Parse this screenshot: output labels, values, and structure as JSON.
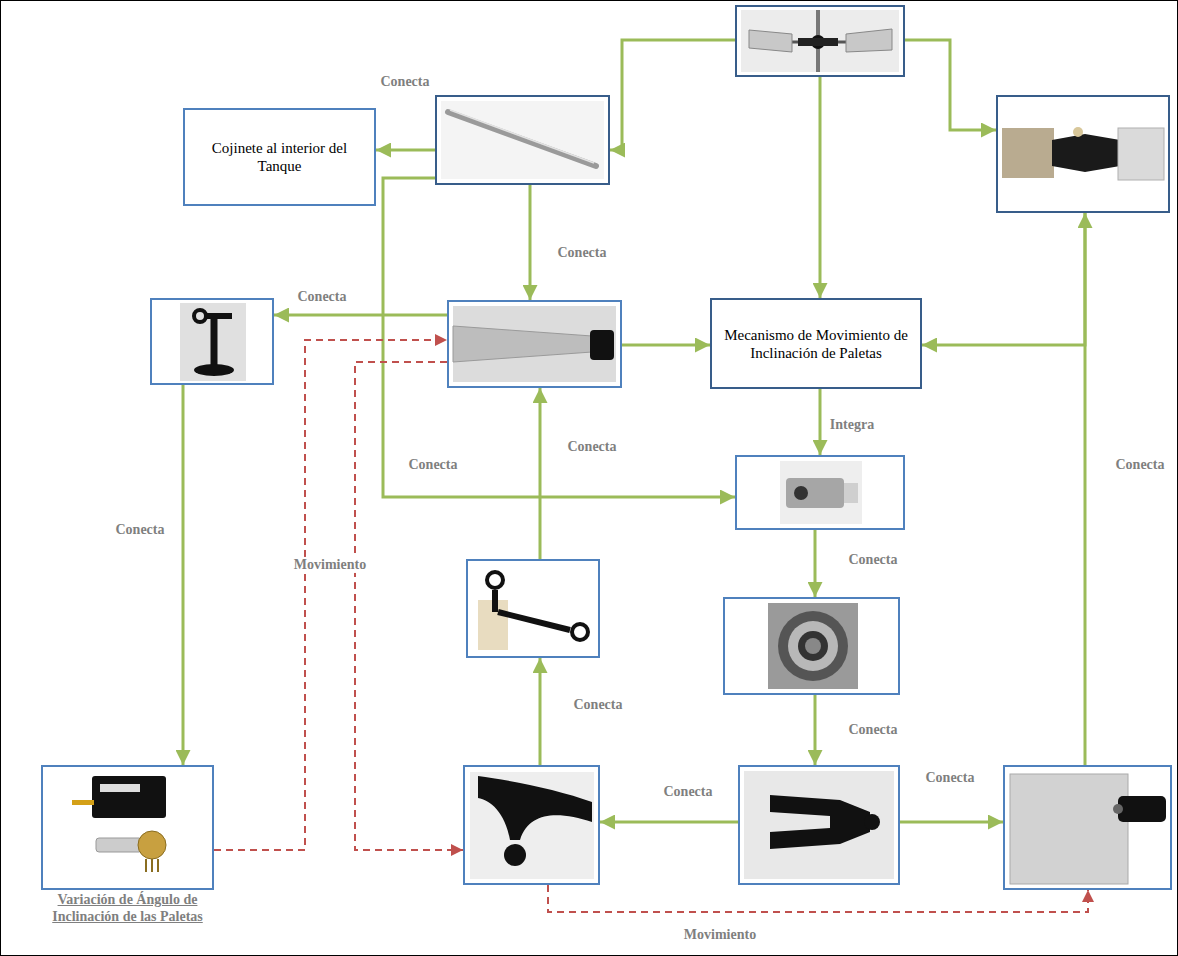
{
  "diagram": {
    "nodes": [
      {
        "text": []
      },
      {
        "text": [
          "Cojinete al interior del Tanque"
        ]
      },
      {
        "text": []
      },
      {
        "text": []
      },
      {
        "text": []
      },
      {
        "text": []
      },
      {
        "text": [
          "Mecanismo de Movimiento de Inclinación de Paletas"
        ]
      },
      {
        "text": []
      },
      {
        "text": []
      },
      {
        "text": []
      },
      {
        "text": [
          "Variación de Ángulo de Inclinación de las Paletas"
        ]
      },
      {
        "text": []
      },
      {
        "text": []
      },
      {
        "text": []
      }
    ],
    "edges": [
      {
        "from": 0,
        "to": 2,
        "arrow": "to"
      },
      {
        "from": 0,
        "to": 6,
        "arrow": "to"
      },
      {
        "from": 0,
        "to": 3,
        "arrow": "to"
      },
      {
        "from": 2,
        "to": 1,
        "label": "Conecta",
        "arrow": "to"
      },
      {
        "from": 2,
        "to": 5,
        "label": "Conecta",
        "arrow": "to"
      },
      {
        "from": 2,
        "to": 7,
        "label": "Conecta",
        "arrow": "to"
      },
      {
        "from": 5,
        "to": 4,
        "label": "Conecta",
        "arrow": "to"
      },
      {
        "from": 5,
        "to": 6,
        "arrow": "to"
      },
      {
        "from": 3,
        "to": 6,
        "arrow": "to"
      },
      {
        "from": 13,
        "to": 3,
        "label": "Conecta",
        "arrow": "to"
      },
      {
        "from": 6,
        "to": 7,
        "label": "Integra",
        "arrow": "to"
      },
      {
        "from": 7,
        "to": 9,
        "label": "Conecta",
        "arrow": "to"
      },
      {
        "from": 9,
        "to": 12,
        "label": "Conecta",
        "arrow": "to"
      },
      {
        "from": 12,
        "to": 11,
        "label": "Conecta",
        "arrow": "to"
      },
      {
        "from": 12,
        "to": 13,
        "label": "Conecta",
        "arrow": "to"
      },
      {
        "from": 11,
        "to": 8,
        "label": "Conecta",
        "arrow": "to"
      },
      {
        "from": 8,
        "to": 5,
        "label": "Conecta",
        "arrow": "to"
      },
      {
        "from": 4,
        "to": 10,
        "label": "Conecta",
        "arrow": "to"
      },
      {
        "from": 10,
        "to": 5,
        "label": "Movimiento",
        "arrow": "to"
      },
      {
        "from": 5,
        "to": 11,
        "arrow": "to"
      },
      {
        "from": 11,
        "to": 13,
        "label": "Movimiento",
        "arrow": "to"
      }
    ]
  }
}
